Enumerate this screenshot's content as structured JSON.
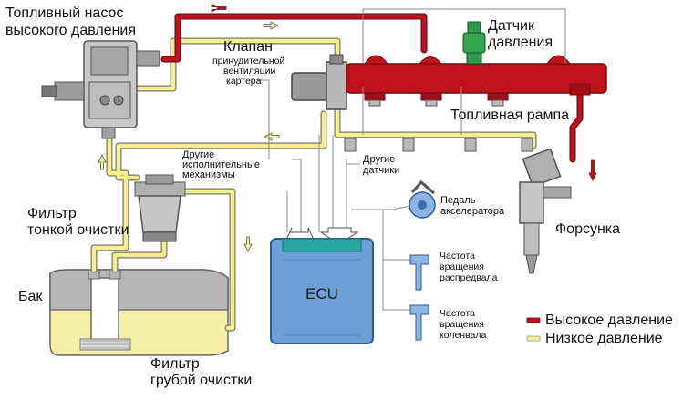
{
  "labels": {
    "hp_pump": [
      "Топливный насос",
      "высокого давления"
    ],
    "valve_title": "Клапан",
    "valve_desc": [
      "принудительной",
      "вентиляции",
      "картера"
    ],
    "pressure_sensor": [
      "Датчик",
      "давления"
    ],
    "fuel_rail": "Топливная рампа",
    "other_actuators": [
      "Другие",
      "исполнительные",
      "механизмы"
    ],
    "other_sensors": [
      "Другие",
      "датчики"
    ],
    "fine_filter": [
      "Фильтр",
      "тонкой очистки"
    ],
    "accel_pedal": [
      "Педаль",
      "акселератора"
    ],
    "injector": "Форсунка",
    "tank": "Бак",
    "ecu": "ECU",
    "dist_speed": [
      "Частота",
      "вращения",
      "распредвала"
    ],
    "crank_speed": [
      "Частота",
      "вращения",
      "коленвала"
    ],
    "coarse_filter": [
      "Фильтр",
      "грубой очистки"
    ]
  },
  "legend": {
    "high_pressure": "Высокое давление",
    "low_pressure": "Низкое давление"
  },
  "colors": {
    "high_pressure": "#c0121c",
    "low_pressure": "#f5f08c",
    "ecu": "#6b9fd6",
    "ecu_band": "#2aa6a0",
    "sensor_blue": "#8db6e6",
    "metal": "#b4b4b4"
  }
}
